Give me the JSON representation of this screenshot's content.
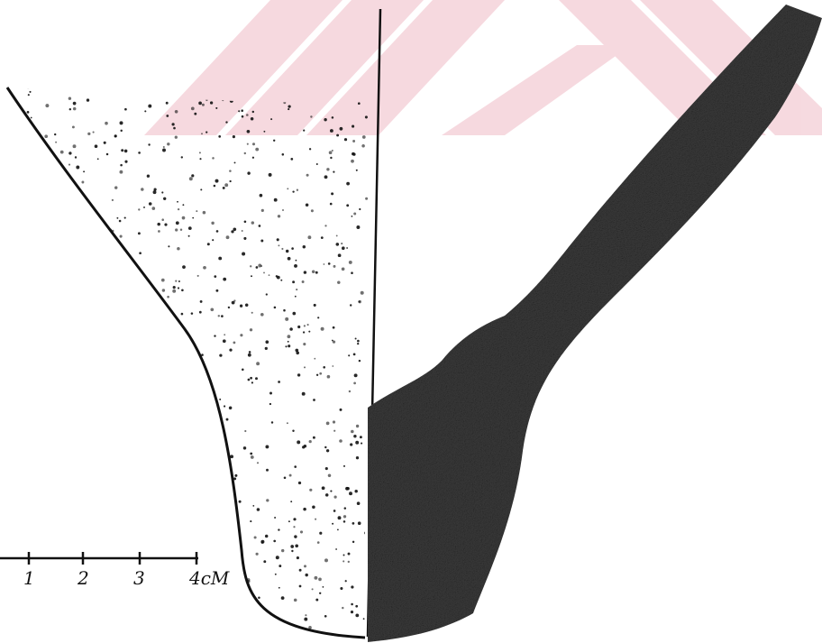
{
  "drawing": {
    "colors": {
      "ink": "#111111",
      "section_fill": "#3a3a3a",
      "watermark": "#f5d3da",
      "paper": "#ffffff"
    }
  },
  "scale_bar": {
    "ticks": [
      "1",
      "2",
      "3"
    ],
    "end_label": "4cM"
  }
}
